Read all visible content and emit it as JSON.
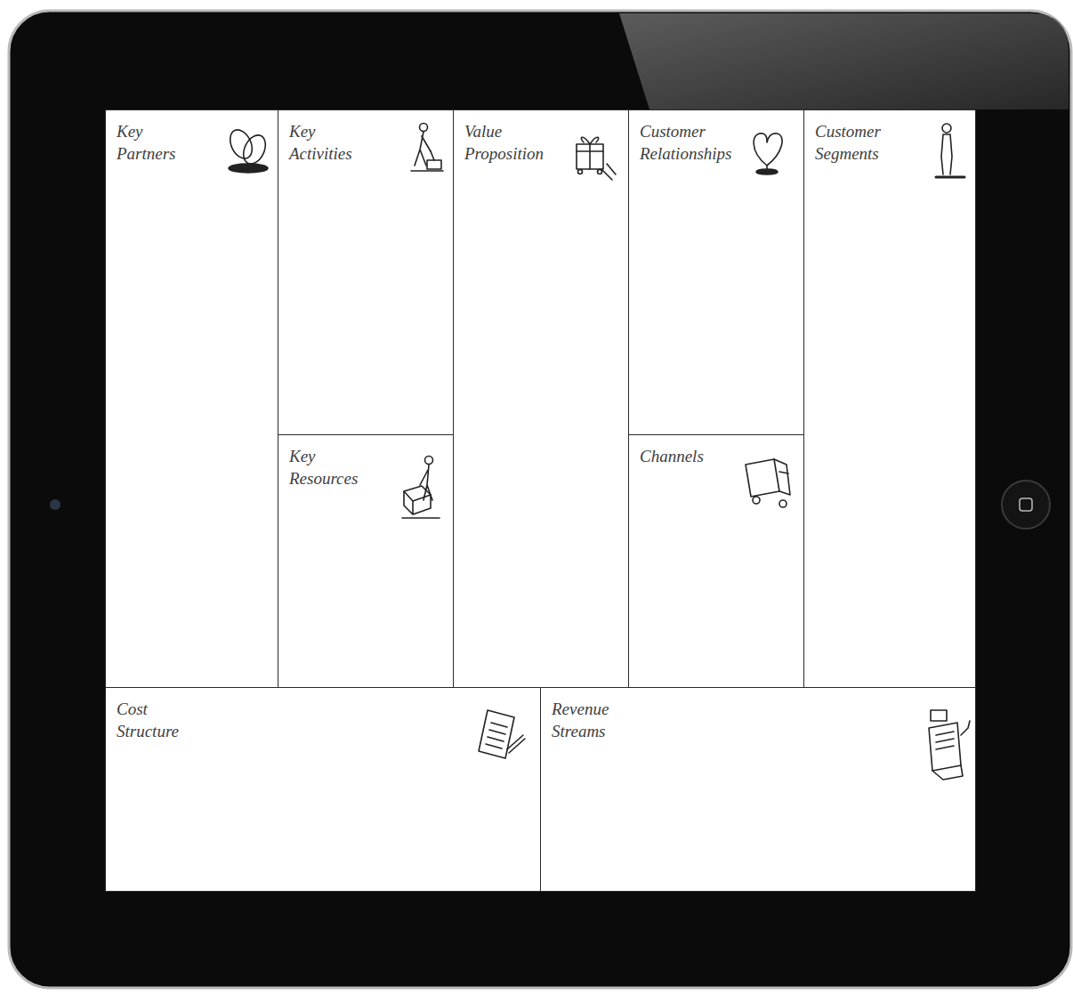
{
  "diagram": {
    "nodes": [
      {
        "text": [
          "Key Partners"
        ]
      },
      {
        "text": [
          "Key Activities"
        ]
      },
      {
        "text": [
          "Value Proposition"
        ]
      },
      {
        "text": [
          "Customer Relationships"
        ]
      },
      {
        "text": [
          "Customer Segments"
        ]
      },
      {
        "text": [
          "Key Resources"
        ]
      },
      {
        "text": [
          "Channels"
        ]
      },
      {
        "text": [
          "Cost Structure"
        ]
      },
      {
        "text": [
          "Revenue Streams"
        ]
      }
    ]
  }
}
